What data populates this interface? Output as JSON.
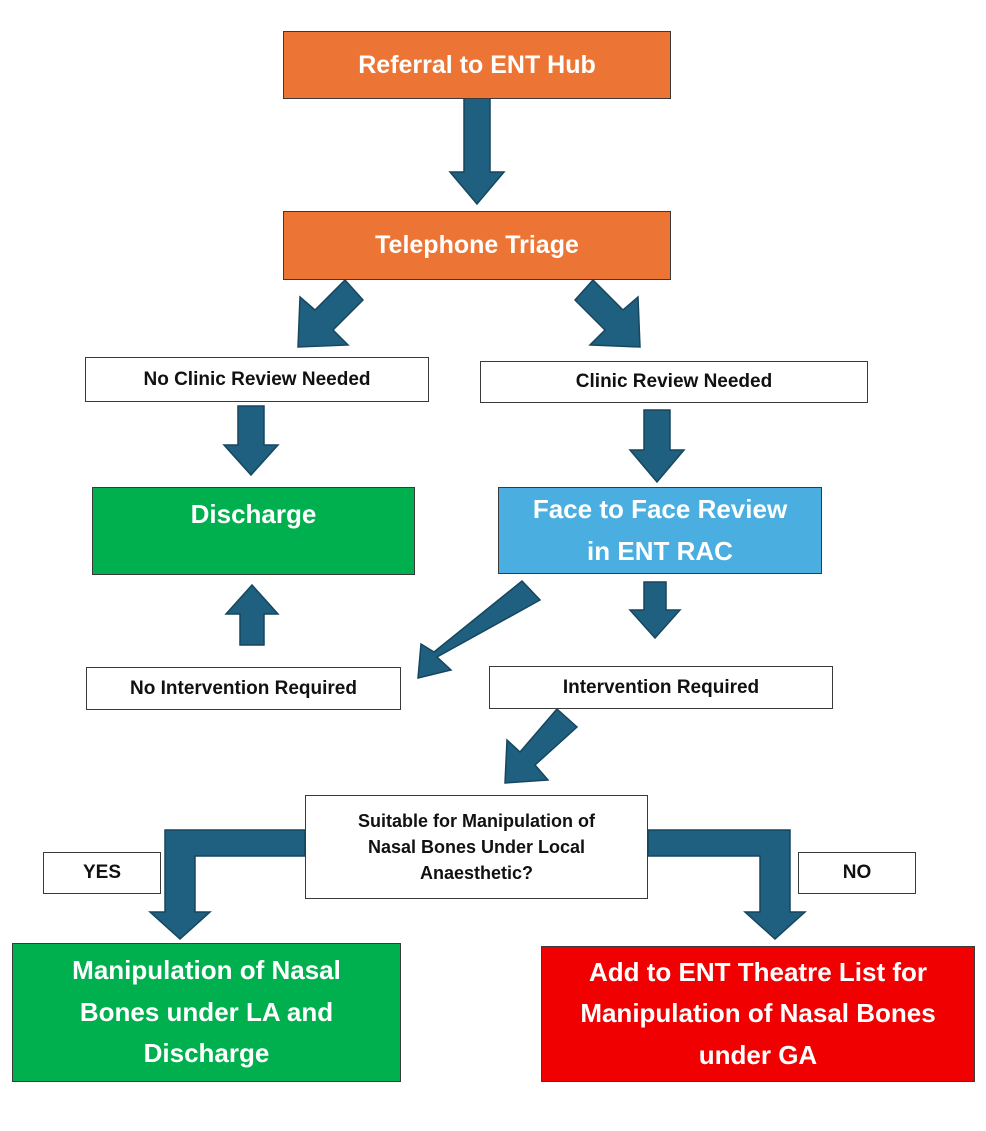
{
  "nodes": {
    "referral": "Referral to ENT Hub",
    "triage": "Telephone Triage",
    "no_clinic": "No Clinic Review Needed",
    "clinic": "Clinic Review Needed",
    "discharge": "Discharge",
    "face_to_face_line1": "Face to Face Review",
    "face_to_face_line2": "in ENT RAC",
    "no_intervention": "No Intervention Required",
    "intervention": "Intervention Required",
    "suitable_line1": "Suitable for Manipulation of",
    "suitable_line2": "Nasal Bones Under Local",
    "suitable_line3": "Anaesthetic?",
    "yes": "YES",
    "no": "NO",
    "manipulation_la_line1": "Manipulation of Nasal",
    "manipulation_la_line2": "Bones under LA and",
    "manipulation_la_line3": "Discharge",
    "theatre_line1": "Add to ENT Theatre List for",
    "theatre_line2": "Manipulation of Nasal Bones",
    "theatre_line3": "under GA"
  },
  "colors": {
    "arrow": "#1f5f7f",
    "arrow_outline": "#16475f",
    "orange": "#ec7535",
    "green": "#00b04f",
    "blue": "#4aafe0",
    "red": "#f00000"
  }
}
